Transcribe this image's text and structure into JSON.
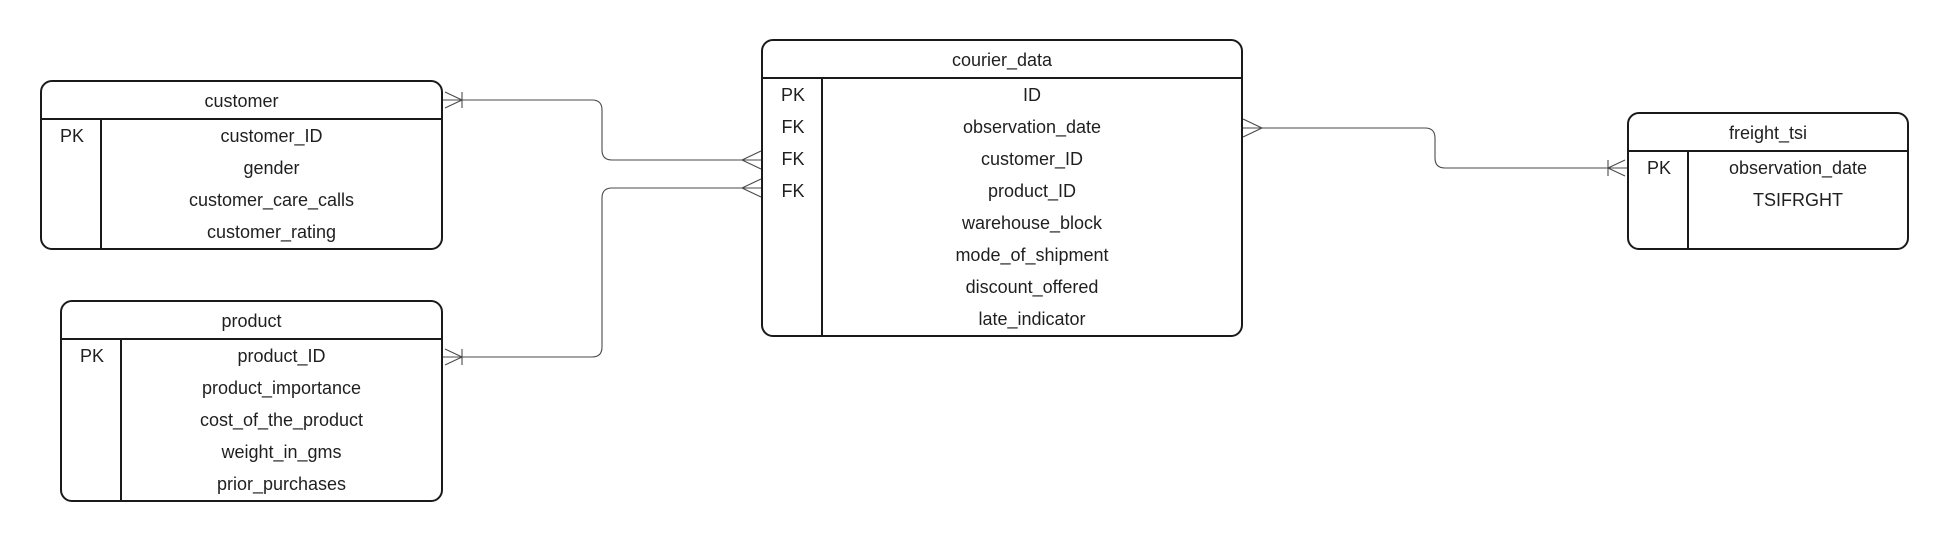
{
  "entities": {
    "customer": {
      "name": "customer",
      "rows": [
        {
          "key": "PK",
          "attr": "customer_ID"
        },
        {
          "key": "",
          "attr": "gender"
        },
        {
          "key": "",
          "attr": "customer_care_calls"
        },
        {
          "key": "",
          "attr": "customer_rating"
        }
      ]
    },
    "product": {
      "name": "product",
      "rows": [
        {
          "key": "PK",
          "attr": "product_ID"
        },
        {
          "key": "",
          "attr": "product_importance"
        },
        {
          "key": "",
          "attr": "cost_of_the_product"
        },
        {
          "key": "",
          "attr": "weight_in_gms"
        },
        {
          "key": "",
          "attr": "prior_purchases"
        }
      ]
    },
    "courier_data": {
      "name": "courier_data",
      "rows": [
        {
          "key": "PK",
          "attr": "ID"
        },
        {
          "key": "FK",
          "attr": "observation_date"
        },
        {
          "key": "FK",
          "attr": "customer_ID"
        },
        {
          "key": "FK",
          "attr": "product_ID"
        },
        {
          "key": "",
          "attr": "warehouse_block"
        },
        {
          "key": "",
          "attr": "mode_of_shipment"
        },
        {
          "key": "",
          "attr": "discount_offered"
        },
        {
          "key": "",
          "attr": "late_indicator"
        }
      ]
    },
    "freight_tsi": {
      "name": "freight_tsi",
      "rows": [
        {
          "key": "PK",
          "attr": "observation_date"
        },
        {
          "key": "",
          "attr": "TSIFRGHT"
        },
        {
          "key": "",
          "attr": ""
        }
      ]
    }
  },
  "relationships": [
    {
      "from": "customer.customer_ID",
      "to": "courier_data.customer_ID",
      "from_end": "one-or-many",
      "to_end": "many"
    },
    {
      "from": "product.product_ID",
      "to": "courier_data.product_ID",
      "from_end": "one-or-many",
      "to_end": "many"
    },
    {
      "from": "courier_data.observation_date",
      "to": "freight_tsi.observation_date",
      "from_end": "many",
      "to_end": "one-or-many"
    }
  ]
}
